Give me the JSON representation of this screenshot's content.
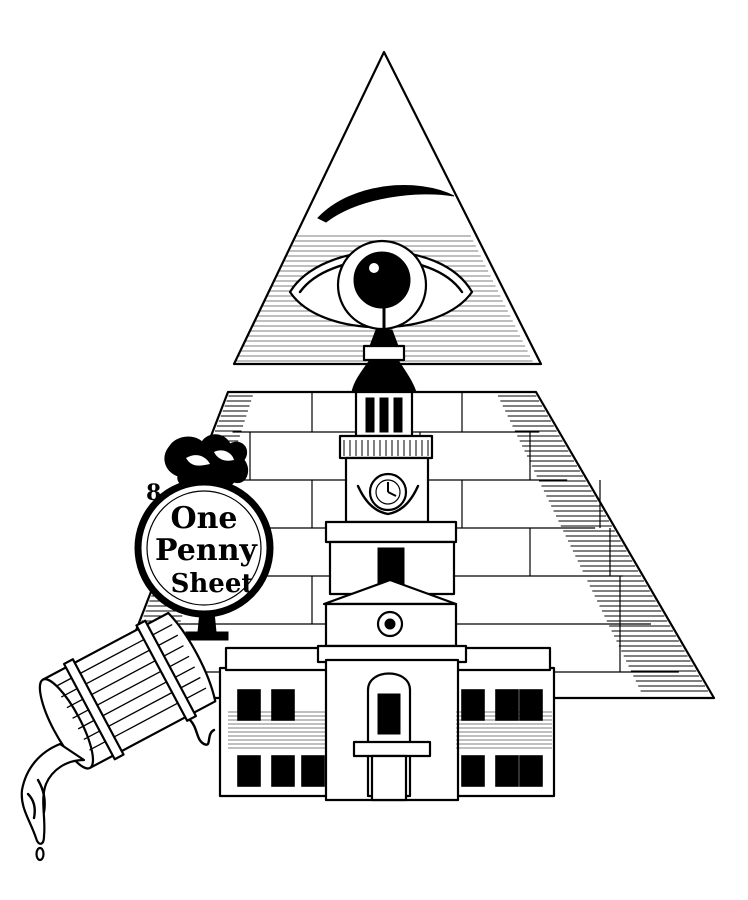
{
  "seal": {
    "line1": "One",
    "line2": "Penny",
    "line3": "Sheet",
    "number": "8"
  },
  "icons": [
    "all-seeing-eye-icon",
    "pyramid-icon",
    "independence-hall-icon",
    "barrel-icon",
    "penny-seal-icon",
    "clock-icon"
  ],
  "colors": {
    "ink": "#000000",
    "paper": "#ffffff"
  }
}
